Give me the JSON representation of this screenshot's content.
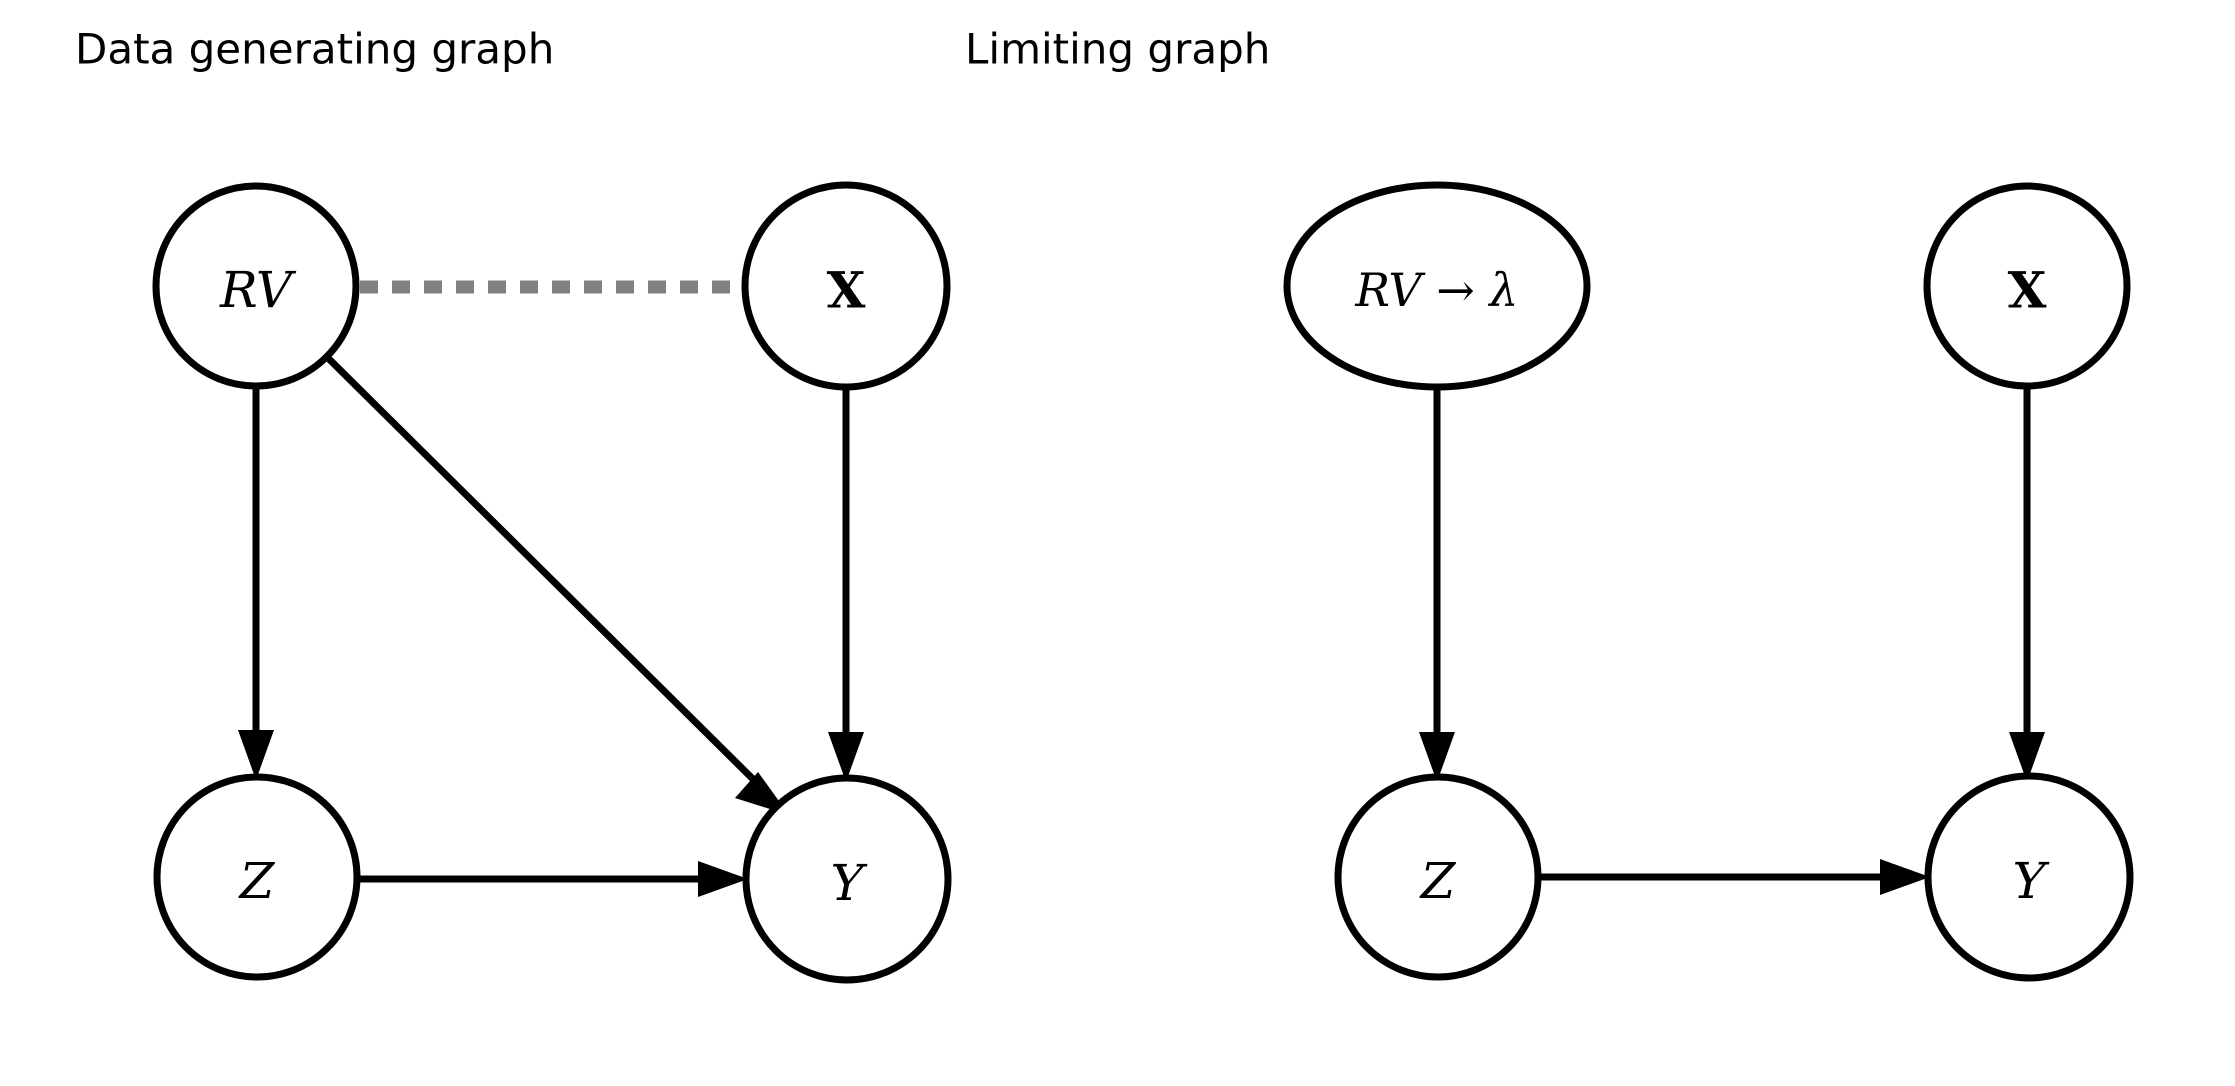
{
  "figure": {
    "background_color": "#ffffff",
    "line_color": "#000000",
    "dashed_edge_color": "#808080"
  },
  "panels": [
    {
      "id": "data-generating-graph",
      "title": "Data generating graph",
      "nodes": [
        {
          "id": "RV",
          "label": "RV",
          "shape": "circle",
          "style": "italic-serif"
        },
        {
          "id": "X",
          "label": "X",
          "shape": "circle",
          "style": "bold-serif"
        },
        {
          "id": "Z",
          "label": "Z",
          "shape": "circle",
          "style": "italic-serif"
        },
        {
          "id": "Y",
          "label": "Y",
          "shape": "circle",
          "style": "italic-serif"
        }
      ],
      "edges": [
        {
          "from": "RV",
          "to": "Z",
          "type": "directed"
        },
        {
          "from": "RV",
          "to": "Y",
          "type": "directed"
        },
        {
          "from": "X",
          "to": "Y",
          "type": "directed"
        },
        {
          "from": "Z",
          "to": "Y",
          "type": "directed"
        },
        {
          "from": "RV",
          "to": "X",
          "type": "dashed-undirected"
        }
      ]
    },
    {
      "id": "limiting-graph",
      "title": "Limiting graph",
      "nodes": [
        {
          "id": "RVlambda",
          "label": "RV → λ",
          "shape": "ellipse",
          "style": "italic-serif"
        },
        {
          "id": "X",
          "label": "X",
          "shape": "circle",
          "style": "bold-serif"
        },
        {
          "id": "Z",
          "label": "Z",
          "shape": "circle",
          "style": "italic-serif"
        },
        {
          "id": "Y",
          "label": "Y",
          "shape": "circle",
          "style": "italic-serif"
        }
      ],
      "edges": [
        {
          "from": "RVlambda",
          "to": "Z",
          "type": "directed"
        },
        {
          "from": "X",
          "to": "Y",
          "type": "directed"
        },
        {
          "from": "Z",
          "to": "Y",
          "type": "directed"
        }
      ]
    }
  ]
}
